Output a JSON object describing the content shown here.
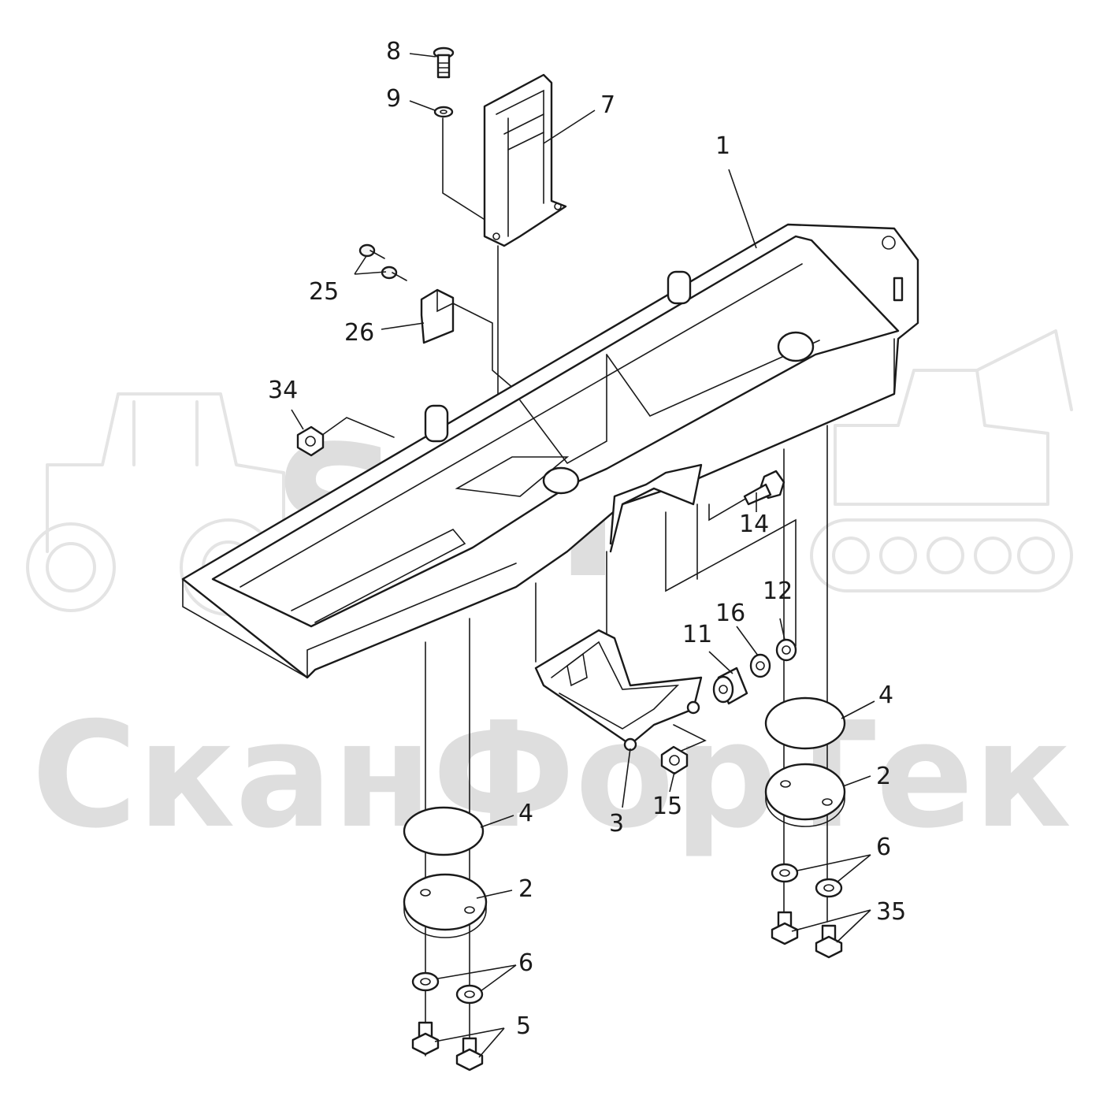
{
  "watermark": {
    "logo": "SFT",
    "company": "СканФорТек"
  },
  "callouts": [
    {
      "id": "c8",
      "label": "8"
    },
    {
      "id": "c9",
      "label": "9"
    },
    {
      "id": "c7",
      "label": "7"
    },
    {
      "id": "c1",
      "label": "1"
    },
    {
      "id": "c25",
      "label": "25"
    },
    {
      "id": "c26",
      "label": "26"
    },
    {
      "id": "c34",
      "label": "34"
    },
    {
      "id": "c14",
      "label": "14"
    },
    {
      "id": "c16",
      "label": "16"
    },
    {
      "id": "c12",
      "label": "12"
    },
    {
      "id": "c11",
      "label": "11"
    },
    {
      "id": "c4a",
      "label": "4"
    },
    {
      "id": "c2a",
      "label": "2"
    },
    {
      "id": "c3",
      "label": "3"
    },
    {
      "id": "c15",
      "label": "15"
    },
    {
      "id": "c4b",
      "label": "4"
    },
    {
      "id": "c2b",
      "label": "2"
    },
    {
      "id": "c6a",
      "label": "6"
    },
    {
      "id": "c6b",
      "label": "6"
    },
    {
      "id": "c35",
      "label": "35"
    },
    {
      "id": "c5",
      "label": "5"
    }
  ]
}
